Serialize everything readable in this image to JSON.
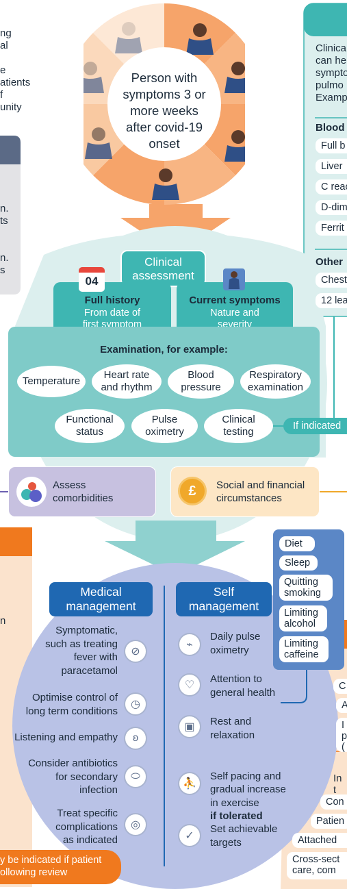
{
  "colors": {
    "teal": "#3eb6b2",
    "teal_light": "#dcefee",
    "periwinkle": "#b9c2e6",
    "blue": "#1f68b2",
    "orange": "#f0791e",
    "peach": "#fbe3cd",
    "lavender": "#c7c1e0",
    "gold": "#fde6c5",
    "grey": "#e3e3e6",
    "slate": "#5b6a86"
  },
  "left_text": {
    "lines": [
      "ng",
      "al",
      "",
      "e",
      "atients",
      "f",
      "unity"
    ]
  },
  "left_grey": {
    "lines": [
      "n.",
      "ts",
      "",
      "",
      "n.",
      "s"
    ]
  },
  "hub": {
    "text": "Person with\nsymptoms 3 or\nmore weeks\nafter covid-19\nonset",
    "illustration": "person-with-chest-pain"
  },
  "tests_panel": {
    "intro": [
      "Clinica",
      "can he",
      "sympto",
      "pulmo",
      "Examp"
    ],
    "blood_heading": "Blood",
    "blood_tests": [
      "Full b",
      "Liver",
      "C reac",
      "D-dim",
      "Ferrit"
    ],
    "other_heading": "Other",
    "other_tests": [
      "Chest",
      "12 lea"
    ]
  },
  "assessment": {
    "title": "Clinical\nassessment",
    "calendar_number": "04",
    "full_history": {
      "title": "Full history",
      "sub": "From date of\nfirst symptom"
    },
    "current_symptoms": {
      "title": "Current symptoms",
      "sub": "Nature and\nseverity"
    },
    "examination_title": "Examination, for example:",
    "exams": [
      "Temperature",
      "Heart rate\nand rhythm",
      "Blood\npressure",
      "Respiratory\nexamination",
      "Functional\nstatus",
      "Pulse\noximetry",
      "Clinical\ntesting"
    ],
    "if_indicated": "If indicated"
  },
  "comorbidities": {
    "label": "Assess\ncomorbidities"
  },
  "social": {
    "label": "Social and financial\ncircumstances",
    "icon_symbol": "£"
  },
  "left_orange": {
    "fragment": "n"
  },
  "medical": {
    "title": "Medical\nmanagement",
    "items": [
      {
        "text": "Symptomatic,\nsuch as treating\nfever with\nparacetamol",
        "icon": "pill-icon",
        "glyph": "⊘"
      },
      {
        "text": "Optimise control of\nlong term conditions",
        "icon": "clock-icon",
        "glyph": "◷"
      },
      {
        "text": "Listening and empathy",
        "icon": "ear-icon",
        "glyph": "ʚ"
      },
      {
        "text": "Consider antibiotics\nfor secondary\ninfection",
        "icon": "capsule-icon",
        "glyph": "⬭"
      },
      {
        "text": "Treat specific\ncomplications\nas indicated",
        "icon": "target-icon",
        "glyph": "◎"
      }
    ]
  },
  "self": {
    "title": "Self\nmanagement",
    "items": [
      {
        "text": "Daily pulse\noximetry",
        "icon": "pulse-icon",
        "glyph": "⌁"
      },
      {
        "text": "Attention to\ngeneral health",
        "icon": "heart-icon",
        "glyph": "♡"
      },
      {
        "text": "Rest and\nrelaxation",
        "icon": "jar-icon",
        "glyph": "▣"
      },
      {
        "text": "Self pacing and\ngradual increase\nin exercise",
        "bold": "if tolerated",
        "icon": "runner-icon",
        "glyph": "⛹"
      },
      {
        "text": "Set achievable\ntargets",
        "icon": "check-icon",
        "glyph": "✓"
      }
    ]
  },
  "lifestyle": [
    "Diet",
    "Sleep",
    "Quitting\nsmoking",
    "Limiting\nalcohol",
    "Limiting\ncaffeine"
  ],
  "bottom_orange": {
    "text": "y be indicated if patient\nollowing review"
  },
  "right_fragments": {
    "items": [
      "C",
      "A",
      "I\np\n("
    ],
    "in_t": "In t",
    "lines": [
      "Con",
      "Patien",
      "Attached",
      "Cross-sect\ncare, com"
    ]
  }
}
